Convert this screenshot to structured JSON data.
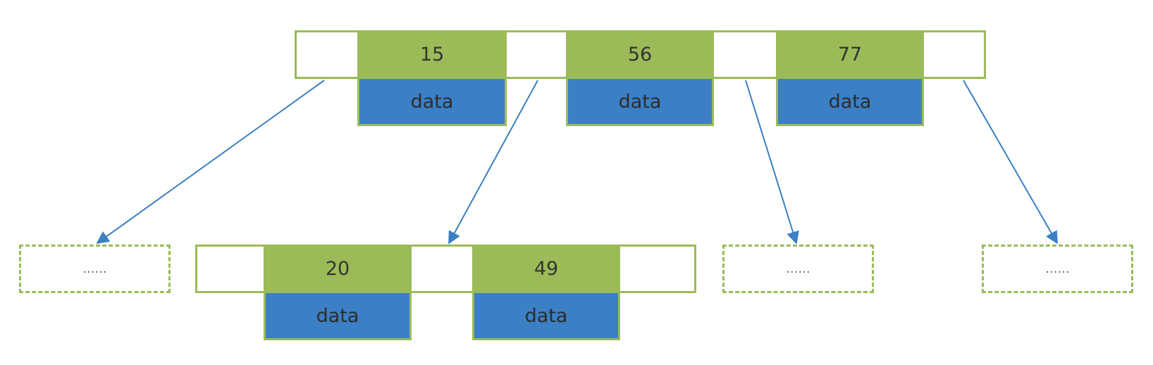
{
  "colors": {
    "key_fill": "#9bbb59",
    "data_fill": "#3b7fc4",
    "border": "#9bbb59",
    "arrow": "#3b7fc4"
  },
  "root": {
    "keys": [
      "15",
      "56",
      "77"
    ],
    "data": [
      "data",
      "data",
      "data"
    ]
  },
  "child": {
    "keys": [
      "20",
      "49"
    ],
    "data": [
      "data",
      "data"
    ]
  },
  "placeholders": [
    "......",
    "......",
    "......"
  ]
}
